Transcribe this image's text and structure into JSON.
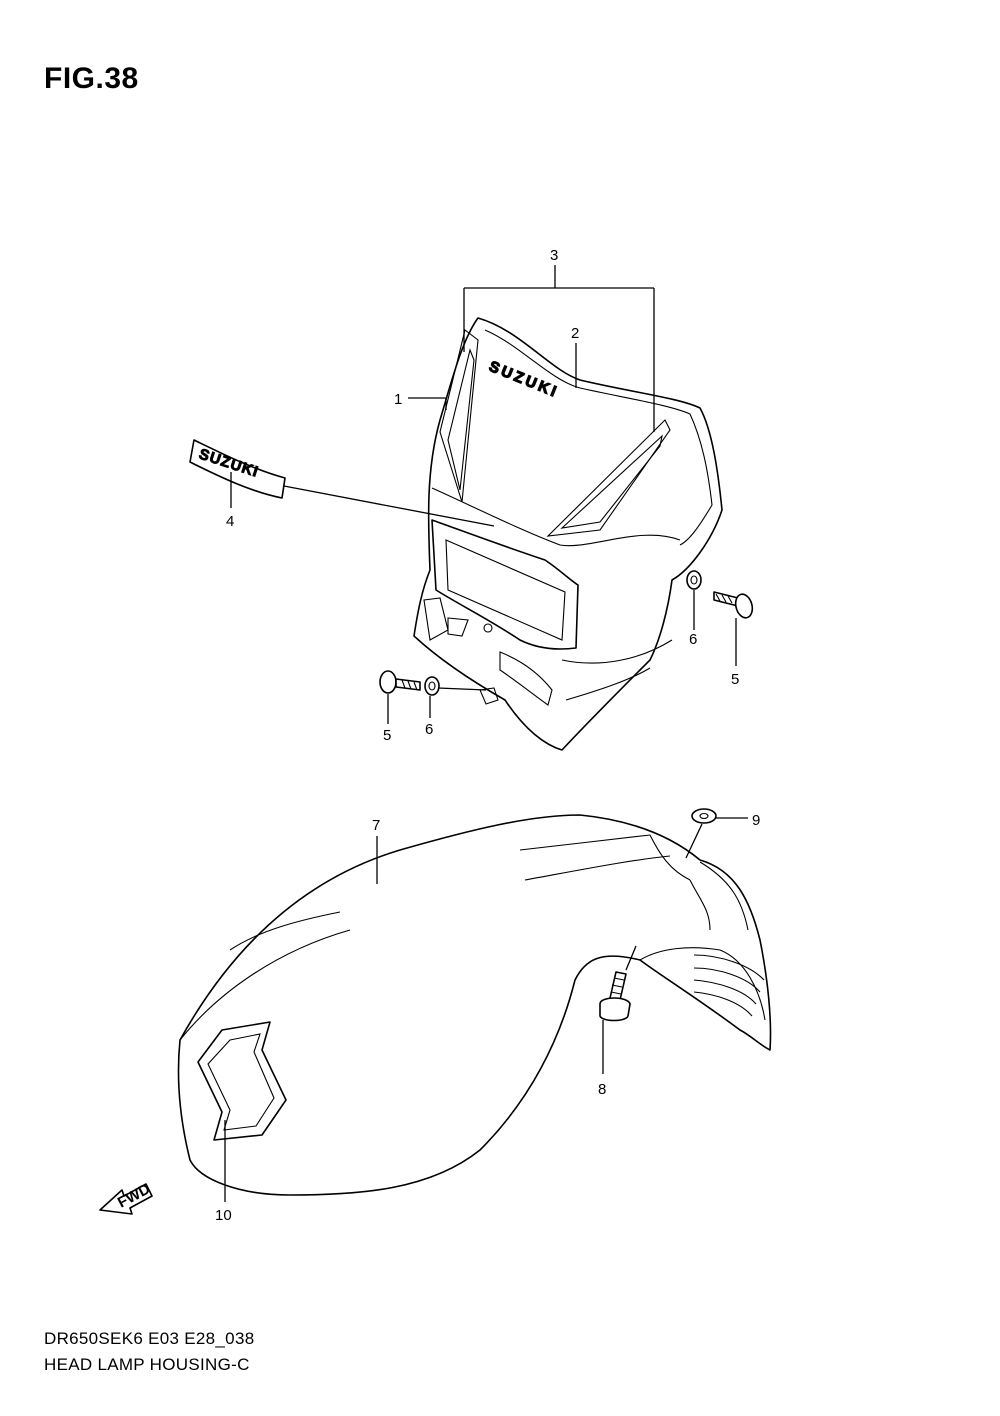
{
  "figure": {
    "title": "FIG.38",
    "code": "DR650SEK6 E03 E28_038",
    "name": "HEAD LAMP HOUSING-C"
  },
  "decals": {
    "housing_logo_text": "SUZUKI",
    "emblem_text": "SUZUKI",
    "fwd_arrow_text": "FWD"
  },
  "callouts": {
    "c1": "1",
    "c2": "2",
    "c3": "3",
    "c4": "4",
    "c5a": "5",
    "c5b": "5",
    "c6a": "6",
    "c6b": "6",
    "c7": "7",
    "c8": "8",
    "c9": "9",
    "c10": "10"
  }
}
